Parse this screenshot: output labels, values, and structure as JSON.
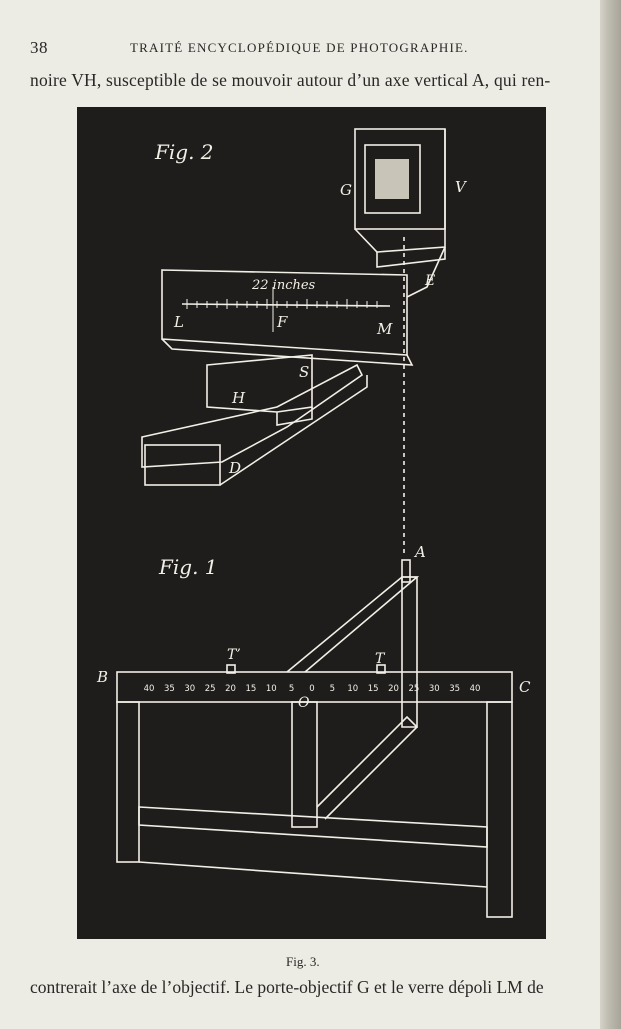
{
  "header": {
    "page_number": "38",
    "running_head": "TRAITÉ ENCYCLOPÉDIQUE DE PHOTOGRAPHIE."
  },
  "text": {
    "top_line": "noire VH, susceptible de se mouvoir autour d’un axe vertical A, qui ren-",
    "bottom_line": "contrerait l’axe de l’objectif. Le porte-objectif G et le verre dépoli LM de"
  },
  "figure": {
    "caption": "Fig. 3.",
    "fig2": {
      "title": "Fig. 2",
      "scale_text": "22 inches",
      "labels": {
        "G": "G",
        "V": "V",
        "E": "E",
        "L": "L",
        "F": "F",
        "M": "M",
        "S": "S",
        "H": "H",
        "D": "D"
      }
    },
    "fig1": {
      "title": "Fig. 1",
      "labels": {
        "A": "A",
        "B": "B",
        "C": "C",
        "T1": "T’",
        "T2": "T",
        "O": "O"
      },
      "scale_ticks": [
        "40",
        "35",
        "30",
        "25",
        "20",
        "15",
        "10",
        "5",
        "0",
        "5",
        "10",
        "15",
        "20",
        "25",
        "30",
        "35",
        "40"
      ]
    }
  }
}
